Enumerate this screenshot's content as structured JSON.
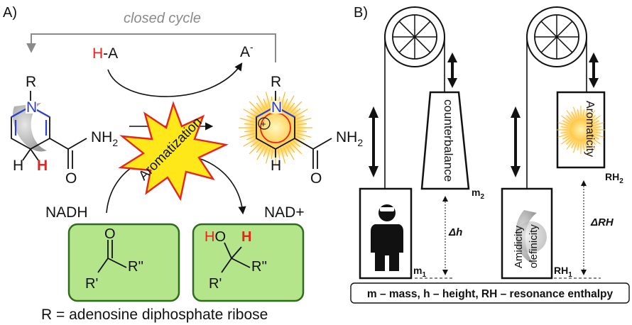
{
  "panel_a": {
    "label": "A)",
    "cycle_label": "closed cycle",
    "acid": {
      "h": "H",
      "dash_a": "-A"
    },
    "anion": "A",
    "anion_charge": "-",
    "nadh": {
      "r": "R",
      "n": "N",
      "nh2": "NH",
      "nh2_sub": "2",
      "o": "O",
      "h1": "H",
      "h2": "H",
      "name": "NADH"
    },
    "nad": {
      "r": "R",
      "n": "N",
      "plus": "+",
      "nh2": "NH",
      "nh2_sub": "2",
      "o": "O",
      "h": "H",
      "name": "NAD+"
    },
    "burst_label": "Aromatization",
    "ketone": {
      "o": "O",
      "r1": "R'",
      "r2": "R''"
    },
    "alcohol": {
      "ho_h": "H",
      "ho_o": "O",
      "h": "H",
      "r1": "R'",
      "r2": "R''"
    },
    "r_definition": "R = adenosine diphosphate ribose"
  },
  "panel_b": {
    "label": "B)",
    "counterbalance": "counterbalance",
    "m2": "m",
    "m2_sub": "2",
    "m1": "m",
    "m1_sub": "1",
    "dh": "Δh",
    "aromaticity": "Aromaticity",
    "rh2": "RH",
    "rh2_sub": "2",
    "amidicity": "Amidicity",
    "olefinicity": "olefinicity",
    "rh1": "RH",
    "rh1_sub": "1",
    "drh": "ΔRH",
    "legend": "m – mass, h – height, RH – resonance enthalpy"
  },
  "colors": {
    "red": "#e8231b",
    "blue": "#2a3fd1",
    "green_fill": "#b5e58a",
    "green_border": "#2e6b1f",
    "burst_fill": "#ffe81a",
    "burst_border": "#e8231b",
    "grey": "#8a8a8a"
  }
}
